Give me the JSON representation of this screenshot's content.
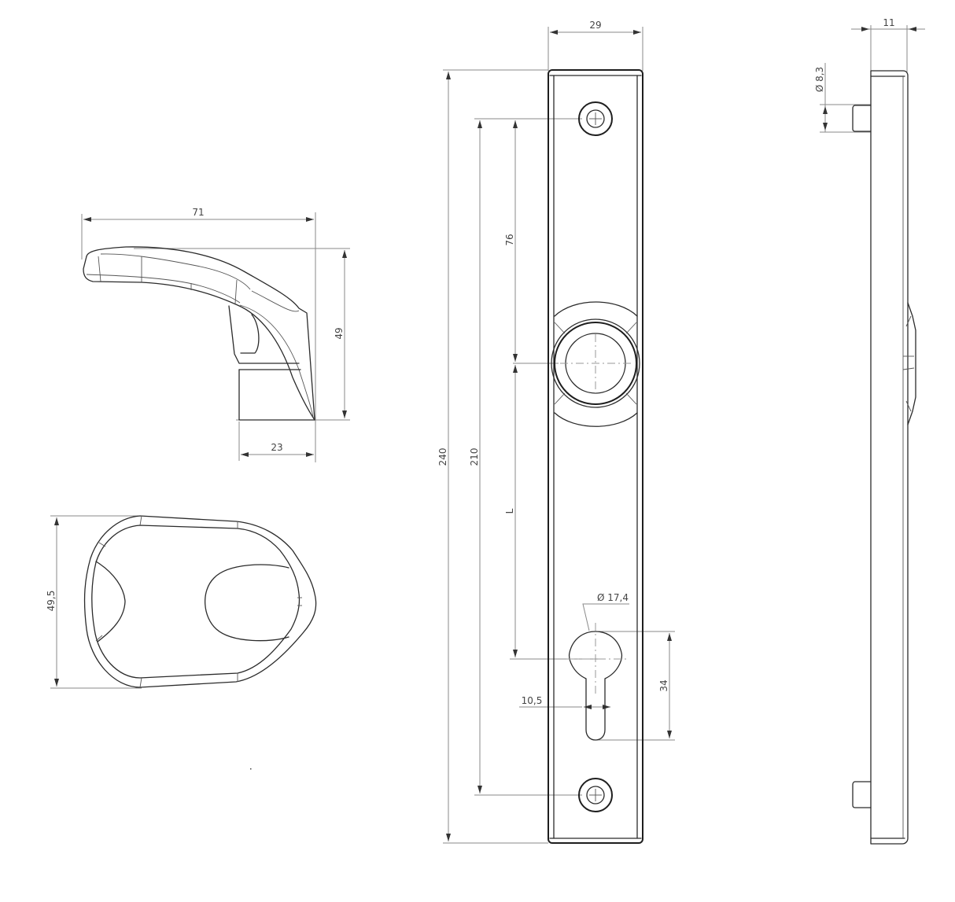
{
  "drawing": {
    "title": "Door handle set with escutcheon plate - technical drawing",
    "units": "mm",
    "line_color": "#2b2b2b",
    "dimension_color": "#8a8a8a",
    "background": "#ffffff"
  },
  "views": {
    "lever_side": {
      "label": "Lever handle side view",
      "dimensions": {
        "length": "71",
        "height": "49",
        "base_width": "23"
      }
    },
    "lever_top": {
      "label": "Lever handle top view",
      "dimensions": {
        "width": "49,5"
      }
    },
    "plate_front": {
      "label": "Escutcheon plate front view",
      "dimensions": {
        "width": "29",
        "total_height": "240",
        "screw_spacing": "210",
        "handle_to_screw": "76",
        "backset": "L",
        "cylinder_diameter": "Ø 17,4",
        "cylinder_slot_width": "10,5",
        "cylinder_height": "34"
      }
    },
    "plate_side": {
      "label": "Escutcheon plate side view",
      "dimensions": {
        "thickness": "11",
        "pin_diameter": "Ø 8,3"
      }
    }
  }
}
